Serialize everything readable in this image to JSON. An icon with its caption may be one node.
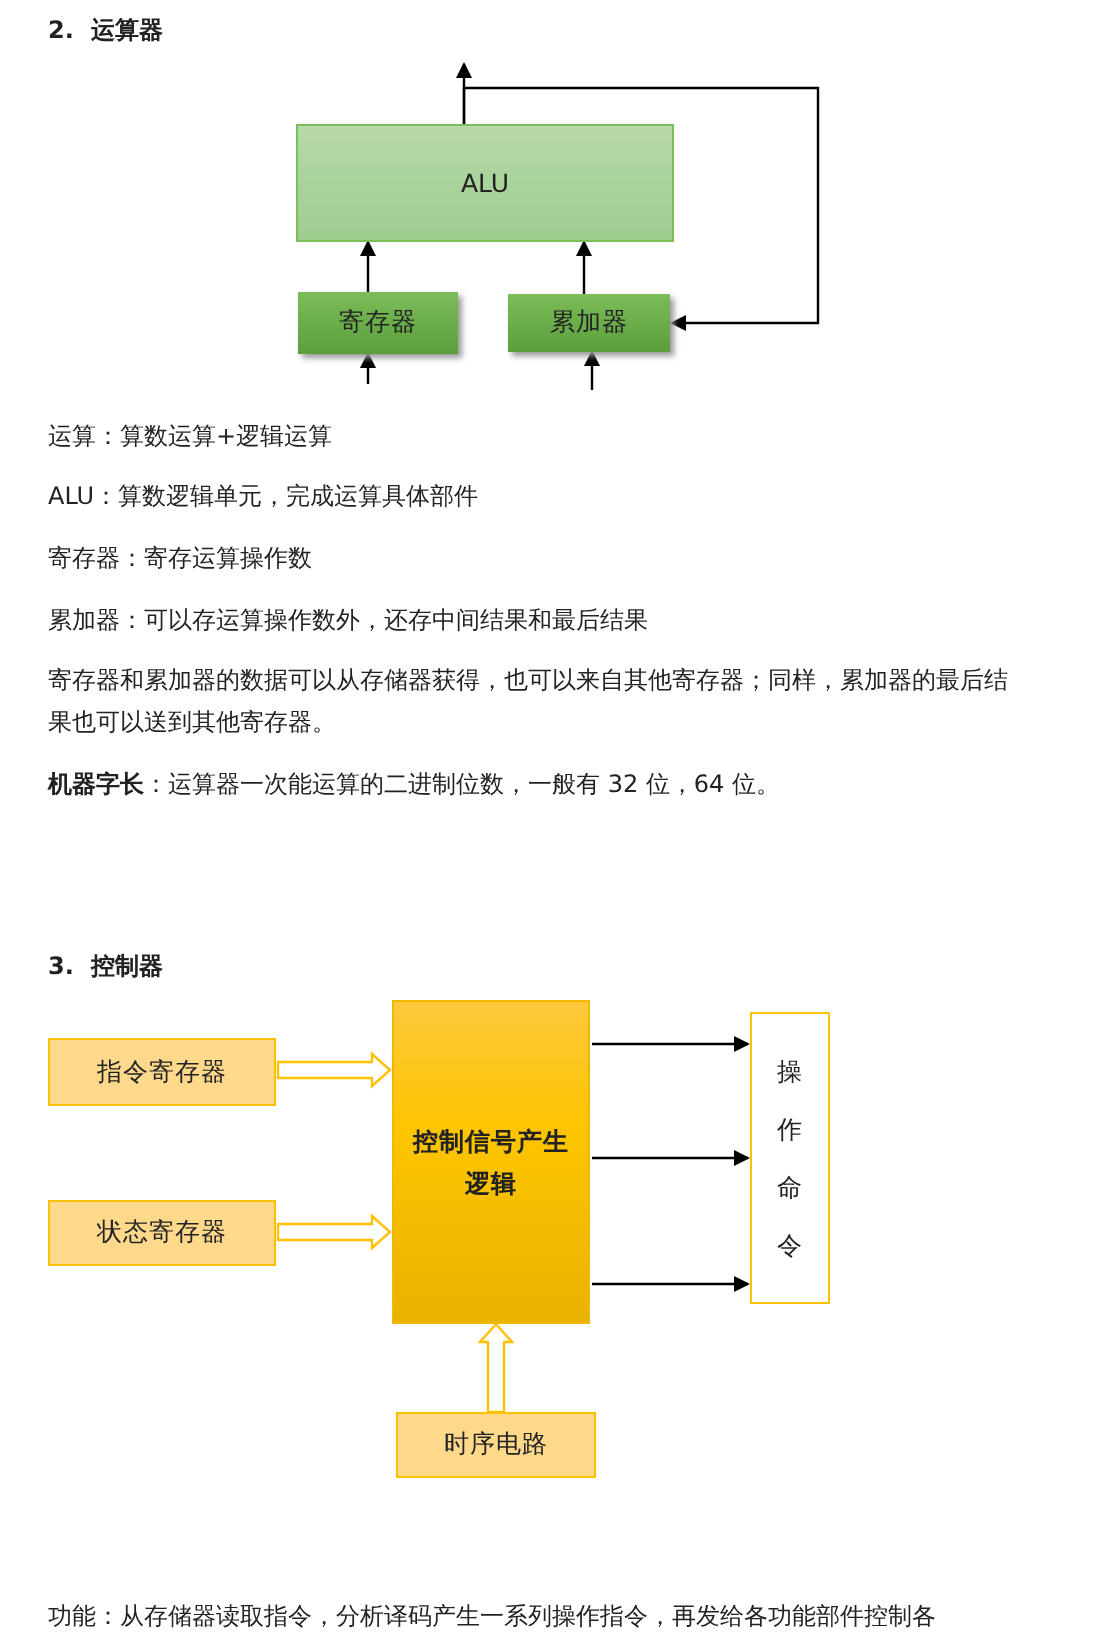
{
  "diagram": {
    "nodes": [
      {
        "text": [
          "ALU"
        ]
      },
      {
        "text": [
          "寄存器"
        ]
      },
      {
        "text": [
          "累加器"
        ]
      },
      {
        "text": [
          "指令寄存器"
        ]
      },
      {
        "text": [
          "控制信号产生逻辑"
        ]
      },
      {
        "text": [
          "状态寄存器"
        ]
      },
      {
        "text": [
          "操作命令"
        ]
      },
      {
        "text": [
          "时序电路"
        ]
      }
    ],
    "edges": [
      {
        "from": 1,
        "to": 0,
        "arrow": "to"
      },
      {
        "from": 2,
        "to": 0,
        "arrow": "to"
      },
      {
        "from": null,
        "to": 1,
        "arrow": "to"
      },
      {
        "from": null,
        "to": 2,
        "arrow": "to"
      },
      {
        "from": 0,
        "to": null,
        "arrow": "to"
      },
      {
        "from": 0,
        "to": 2,
        "arrow": "to"
      },
      {
        "from": 3,
        "to": 4,
        "arrow": "to",
        "style": "thick",
        "color": "#ffc000"
      },
      {
        "from": 5,
        "to": 4,
        "arrow": "to",
        "style": "thick",
        "color": "#ffc000"
      },
      {
        "from": 7,
        "to": 4,
        "arrow": "to",
        "style": "thick",
        "color": "#ffc000"
      },
      {
        "from": 4,
        "to": 6,
        "arrow": "to"
      },
      {
        "from": 4,
        "to": 6,
        "arrow": "to"
      },
      {
        "from": 4,
        "to": 6,
        "arrow": "to"
      }
    ],
    "labels": [
      "2.  运算器",
      "运算：算数运算+逻辑运算",
      "ALU：算数逻辑单元，完成运算具体部件",
      "寄存器：寄存运算操作数",
      "累加器：可以存运算操作数外，还存中间结果和最后结果",
      "寄存器和累加器的数据可以从存储器获得，也可以来自其他寄存器；同样，累加器的最后结果也可以送到其他寄存器。",
      "**机器字长**：运算器一次能运算的二进制位数，一般有 32 位，64 位。",
      "3.  控制器",
      "功能：从存储器读取指令，分析译码产生一系列操作指令，再发给各功能部件控制各"
    ]
  }
}
